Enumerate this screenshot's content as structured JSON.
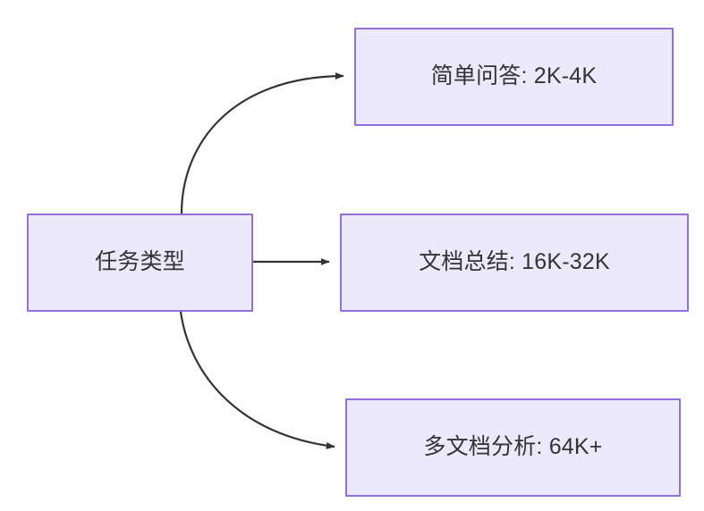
{
  "diagram": {
    "type": "flowchart",
    "orientation": "left-to-right",
    "background_color": "#ffffff",
    "node_fill_color": "#ebe9fb",
    "node_border_color": "#9370db",
    "node_text_color": "#333333",
    "edge_color": "#333333",
    "root": {
      "id": "root",
      "label": "任务类型"
    },
    "children": [
      {
        "id": "child-0",
        "label": "简单问答: 2K-4K"
      },
      {
        "id": "child-1",
        "label": "文档总结: 16K-32K"
      },
      {
        "id": "child-2",
        "label": "多文档分析: 64K+"
      }
    ],
    "edges": [
      {
        "from": "root",
        "to": "child-0",
        "style": "curved",
        "arrow": "end"
      },
      {
        "from": "root",
        "to": "child-1",
        "style": "straight",
        "arrow": "end"
      },
      {
        "from": "root",
        "to": "child-2",
        "style": "curved",
        "arrow": "end"
      }
    ]
  }
}
